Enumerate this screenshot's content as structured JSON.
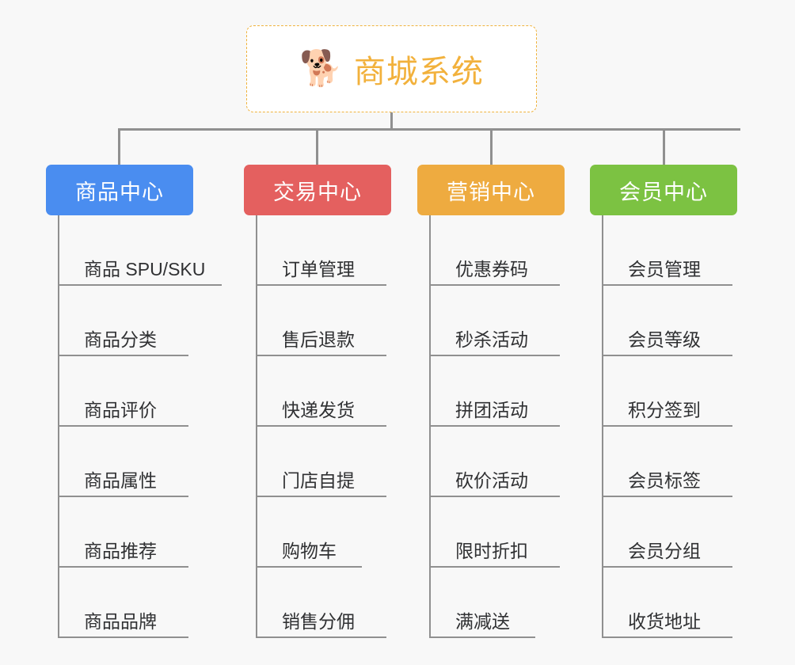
{
  "background_color": "#f8f8f8",
  "connector_color": "#909090",
  "root": {
    "icon": "shiba-dog-face-emoji",
    "icon_glyph": "🐕",
    "title": "商城系统",
    "text_color": "#f2b13c",
    "border_color": "#f0b33d",
    "background_color": "#ffffff"
  },
  "columns": [
    {
      "id": "product-center",
      "title": "商品中心",
      "color": "#4a8df0",
      "items": [
        "商品 SPU/SKU",
        "商品分类",
        "商品评价",
        "商品属性",
        "商品推荐",
        "商品品牌"
      ]
    },
    {
      "id": "trade-center",
      "title": "交易中心",
      "color": "#e4605f",
      "items": [
        "订单管理",
        "售后退款",
        "快递发货",
        "门店自提",
        "购物车",
        "销售分佣"
      ]
    },
    {
      "id": "marketing-center",
      "title": "营销中心",
      "color": "#eeab40",
      "items": [
        "优惠券码",
        "秒杀活动",
        "拼团活动",
        "砍价活动",
        "限时折扣",
        "满减送"
      ]
    },
    {
      "id": "member-center",
      "title": "会员中心",
      "color": "#7cc242",
      "items": [
        "会员管理",
        "会员等级",
        "积分签到",
        "会员标签",
        "会员分组",
        "收货地址"
      ]
    }
  ]
}
